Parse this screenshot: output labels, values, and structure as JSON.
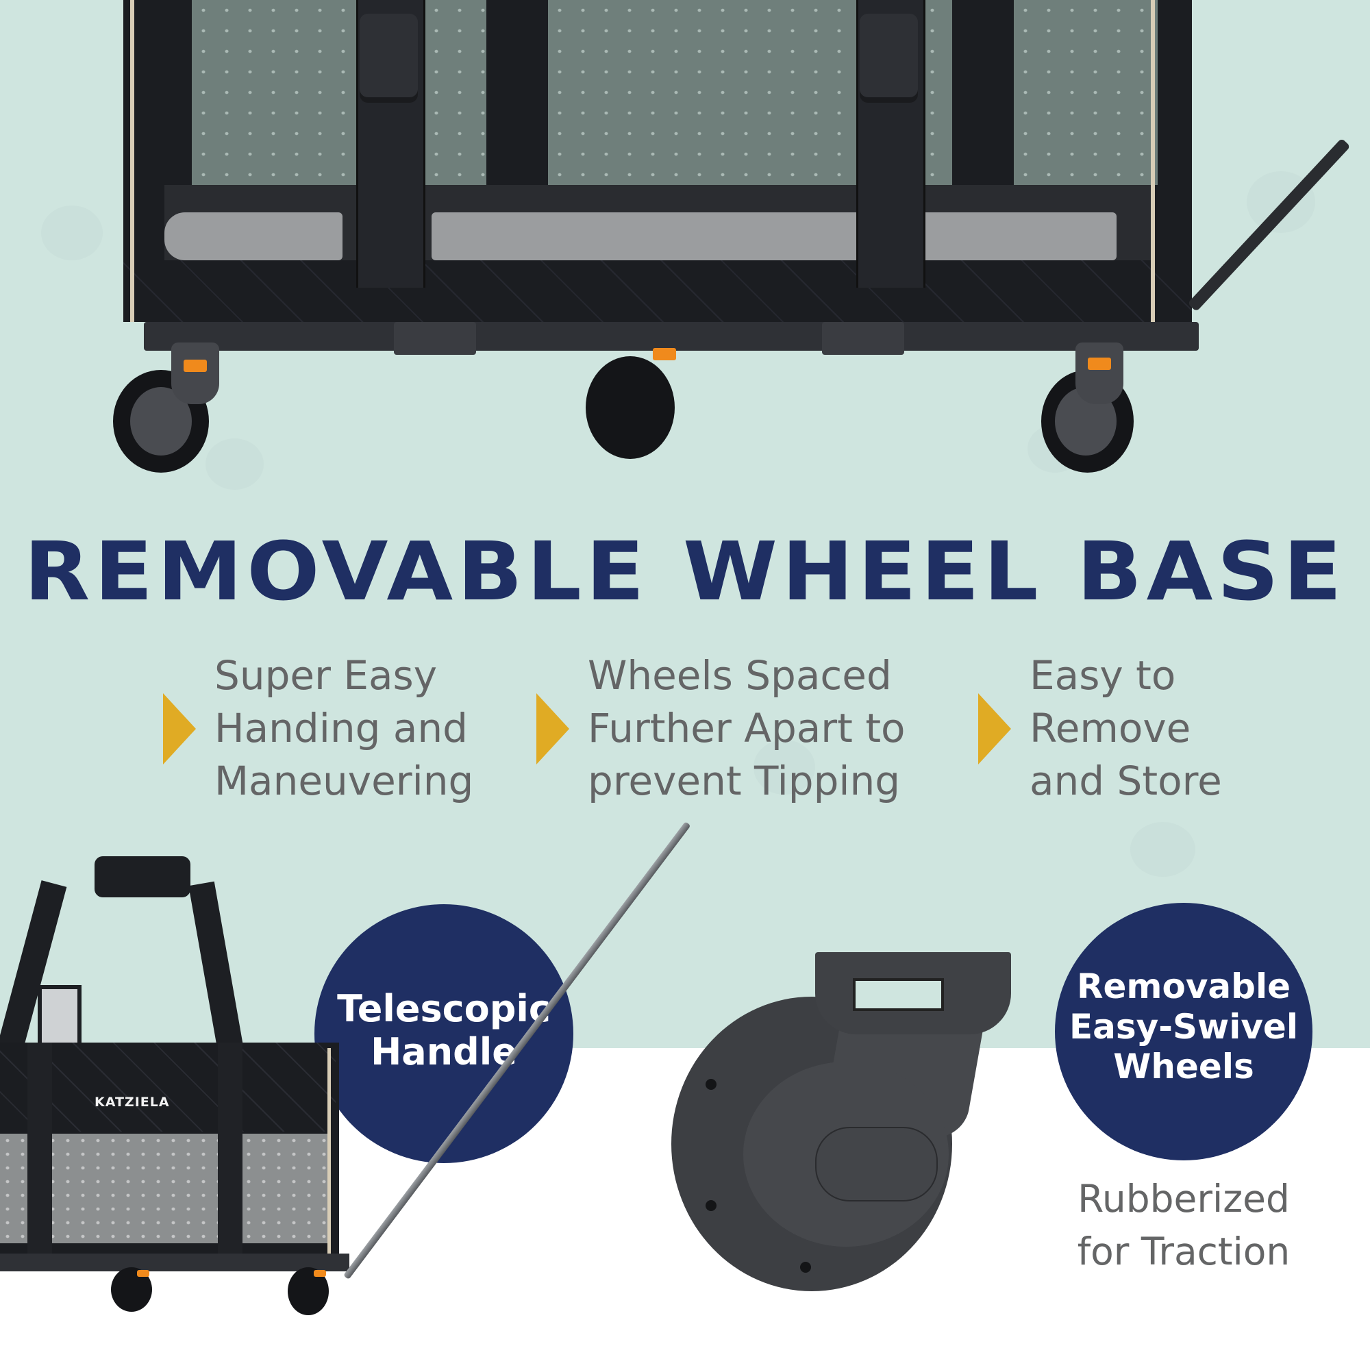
{
  "colors": {
    "background_mint": "#cfe5df",
    "background_white": "#ffffff",
    "title_navy": "#1f2f63",
    "bullet_gold": "#e0ab24",
    "body_gray": "#646566",
    "circle_navy": "#1f2f63",
    "wheel_lock_orange": "#f08a1c"
  },
  "title": "REMOVABLE WHEEL BASE",
  "features": [
    {
      "icon": "chevron-right-icon",
      "lines": [
        "Super Easy",
        "Handing and",
        "Maneuvering"
      ]
    },
    {
      "icon": "chevron-right-icon",
      "lines": [
        "Wheels Spaced",
        "Further Apart to",
        "prevent Tipping"
      ]
    },
    {
      "icon": "chevron-right-icon",
      "lines": [
        "Easy to",
        "Remove",
        "and Store"
      ]
    }
  ],
  "callouts": {
    "telescopic": {
      "lines": [
        "Telescopic",
        "Handle"
      ]
    },
    "wheels": {
      "lines": [
        "Removable",
        "Easy-Swivel",
        "Wheels"
      ]
    },
    "traction": {
      "lines": [
        "Rubberized",
        "for Traction"
      ]
    }
  },
  "product": {
    "brand_label": "KATZIELA"
  }
}
